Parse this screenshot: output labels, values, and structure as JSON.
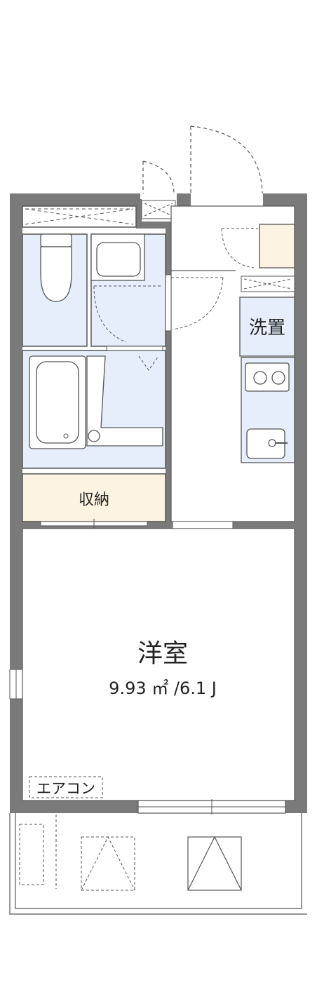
{
  "rooms": {
    "western_room": {
      "name": "洋室",
      "area": "9.93 ㎡ /6.1 J"
    },
    "storage": {
      "name": "収納"
    },
    "washer_space": {
      "name": "洗置"
    },
    "air_conditioner": {
      "name": "エアコン"
    }
  },
  "colors": {
    "wall": "#7a7a7b",
    "wet_area": "#e6eefb",
    "storage_fill": "#fdf3e3",
    "line": "#555555",
    "floor": "#ffffff"
  }
}
